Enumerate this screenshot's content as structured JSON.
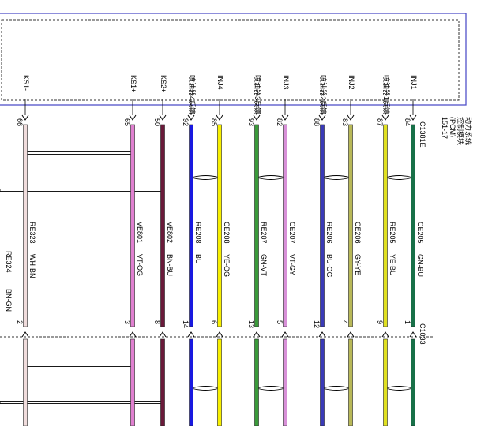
{
  "module": {
    "name_lines": [
      "动力系统",
      "控制模块",
      "(PCM)"
    ],
    "page_ref": "151-17",
    "connector_top": "C1381E",
    "connector_bottom": "C1033"
  },
  "colors": {
    "module_border": "#5050c8",
    "dashed": "#333333",
    "wire_outline": "#222222"
  },
  "wires": [
    {
      "id": "ks1-minus",
      "signal": "KS1-",
      "pin_top": "66",
      "pin_bottom": "2",
      "circuit": "RE323",
      "color_code": "WH-BN",
      "fill": "#f0dcdc"
    },
    {
      "id": "ks1-plus",
      "signal": "KS1+",
      "pin_top": "65",
      "pin_bottom": "3",
      "circuit": "VE801",
      "color_code": "VT-OG",
      "fill": "#e080d0"
    },
    {
      "id": "ks2-plus",
      "signal": "KS2+",
      "pin_top": "50",
      "pin_bottom": "8",
      "circuit": "VE802",
      "color_code": "BN-BU",
      "fill": "#6a1a3a"
    },
    {
      "id": "inj4-fb",
      "signal": "喷油器4反馈",
      "pin_top": "92",
      "pin_bottom": "14",
      "circuit": "RE208",
      "color_code": "BU",
      "fill": "#1818e0"
    },
    {
      "id": "inj4",
      "signal": "INJ4",
      "pin_top": "85",
      "pin_bottom": "6",
      "circuit": "CE208",
      "color_code": "YE-OG",
      "fill": "#f8f000"
    },
    {
      "id": "inj3-fb",
      "signal": "喷油器3反馈",
      "pin_top": "93",
      "pin_bottom": "13",
      "circuit": "RE207",
      "color_code": "GN-VT",
      "fill": "#3a9a3a"
    },
    {
      "id": "inj3",
      "signal": "INJ3",
      "pin_top": "82",
      "pin_bottom": "5",
      "circuit": "CE207",
      "color_code": "VT-GY",
      "fill": "#d890d8"
    },
    {
      "id": "inj2-fb",
      "signal": "喷油器2反馈",
      "pin_top": "88",
      "pin_bottom": "12",
      "circuit": "RE206",
      "color_code": "BU-OG",
      "fill": "#3a3ab8"
    },
    {
      "id": "inj2",
      "signal": "INJ2",
      "pin_top": "83",
      "pin_bottom": "4",
      "circuit": "CE206",
      "color_code": "GY-YE",
      "fill": "#b8b858"
    },
    {
      "id": "inj1-fb",
      "signal": "喷油器1反馈",
      "pin_top": "87",
      "pin_bottom": "9",
      "circuit": "RE205",
      "color_code": "YE-BU",
      "fill": "#e0e020"
    },
    {
      "id": "inj1",
      "signal": "INJ1",
      "pin_top": "84",
      "pin_bottom": "1",
      "circuit": "CE205",
      "color_code": "GN-BU",
      "fill": "#187048"
    }
  ],
  "partial_left_labels": {
    "circuit": "RE324",
    "color_code": "BN-GN"
  }
}
